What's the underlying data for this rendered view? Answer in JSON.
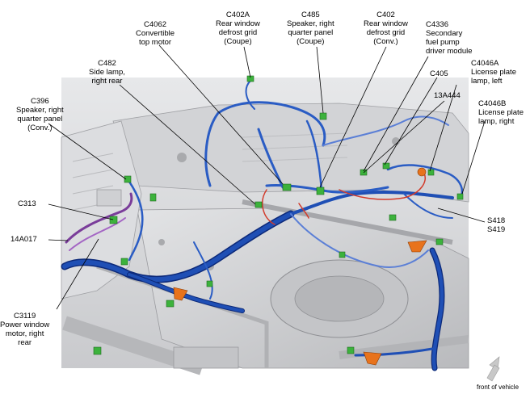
{
  "diagram": {
    "labels": [
      {
        "id": "c4062",
        "lines": [
          "C4062",
          "Convertible",
          "top motor"
        ]
      },
      {
        "id": "c402a",
        "lines": [
          "C402A",
          "Rear window",
          "defrost grid",
          "(Coupe)"
        ]
      },
      {
        "id": "c485",
        "lines": [
          "C485",
          "Speaker, right",
          "quarter panel",
          "(Coupe)"
        ]
      },
      {
        "id": "c402",
        "lines": [
          "C402",
          "Rear window",
          "defrost grid",
          "(Conv.)"
        ]
      },
      {
        "id": "c4336",
        "lines": [
          "C4336",
          "Secondary",
          "fuel pump",
          "driver module"
        ]
      },
      {
        "id": "c482",
        "lines": [
          "C482",
          "Side lamp,",
          "right rear"
        ]
      },
      {
        "id": "c4046a",
        "lines": [
          "C4046A",
          "License plate",
          "lamp, left"
        ]
      },
      {
        "id": "c405",
        "lines": [
          "C405"
        ]
      },
      {
        "id": "13a444",
        "lines": [
          "13A444"
        ]
      },
      {
        "id": "c4046b",
        "lines": [
          "C4046B",
          "License plate",
          "lamp, right"
        ]
      },
      {
        "id": "c396",
        "lines": [
          "C396",
          "Speaker, right",
          "quarter panel",
          "(Conv.)"
        ]
      },
      {
        "id": "c313",
        "lines": [
          "C313"
        ]
      },
      {
        "id": "14a017",
        "lines": [
          "14A017"
        ]
      },
      {
        "id": "s418",
        "lines": [
          "S418",
          "S419"
        ]
      },
      {
        "id": "c3119",
        "lines": [
          "C3119",
          "Power window",
          "motor, right",
          "rear"
        ]
      }
    ],
    "front_of_vehicle": "front of vehicle",
    "colors": {
      "harness": "#1f4fb5",
      "harness_dark": "#0d2a7a",
      "harness_light": "#5b7fd6",
      "connector": "#3cb23c",
      "purple": "#7a3d9a",
      "red": "#d23a2a",
      "orange": "#e8731c",
      "body": "#d9dadc"
    }
  }
}
